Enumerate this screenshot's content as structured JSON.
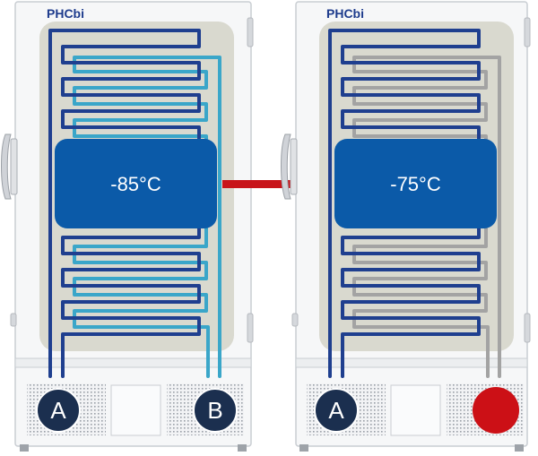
{
  "brand": "PHCbi",
  "left_unit": {
    "temperature": "-85°C",
    "circuit_a_label": "A",
    "circuit_b_label": "B",
    "circuit_b_state": "active"
  },
  "right_unit": {
    "temperature": "-75°C",
    "circuit_a_label": "A",
    "circuit_b_state": "failed"
  },
  "colors": {
    "circuit_a": "#1f3f8f",
    "circuit_b": "#3aa6c9",
    "circuit_b_inactive": "#a3a3a3",
    "display": "#0b5aa8",
    "arrow": "#c8141a",
    "failed_indicator": "#cc1016",
    "label_badge": "#1b2f4f"
  }
}
